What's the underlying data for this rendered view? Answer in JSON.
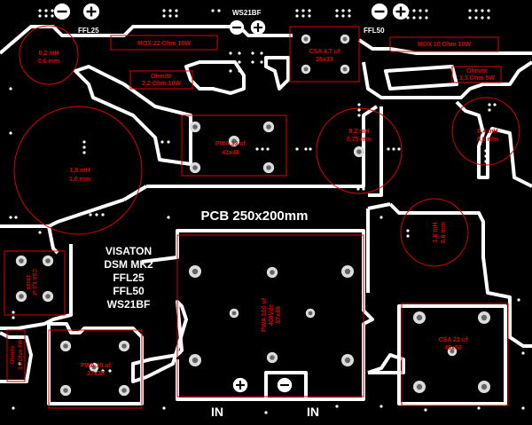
{
  "board": {
    "title": "PCB 250x200mm",
    "brand_block": [
      "VISATON",
      "DSM MK2",
      "FFL25",
      "FFL50",
      "WS21BF"
    ],
    "connector_labels": [
      "IN",
      "IN"
    ],
    "top_labels": {
      "ffl25": "FFL25",
      "ws21bf": "WS21BF",
      "ffl50": "FFL50"
    },
    "colors": {
      "background": "#000000",
      "copper_outline": "#ffffff",
      "component": "#e00000"
    }
  },
  "components": {
    "coil_top_left": {
      "l1": "0,2 mH",
      "l2": "0,6 mm"
    },
    "mox22": {
      "label": "MOX 22 Ohm 10W"
    },
    "ohmite22": {
      "l1": "Ohmite",
      "l2": "2,2 Ohm 10W"
    },
    "csa_top": {
      "l1": "CSA 4,7 uf",
      "l2": "26x33"
    },
    "mox10": {
      "label": "MOX 10 Ohm 10W"
    },
    "ohmite33_right": {
      "l1": "Ohmite",
      "l2": "3,3 Ohm 5W"
    },
    "coil_big_left": {
      "l1": "1,8 mH",
      "l2": "1,0 mm"
    },
    "pwa33": {
      "l1": "PWA 33 uf",
      "l2": "41x48"
    },
    "coil_center": {
      "l1": "8,2 mH",
      "l2": "0,75 mm"
    },
    "coil_right_top": {
      "l1": "0,4 mH",
      "l2": "0,6 mm"
    },
    "coil_right_mid": {
      "l1": "1,8 mH",
      "l2": "0,6 mm"
    },
    "csa_left": {
      "l1": "CSA 2,0 uf",
      "l2": "19x29"
    },
    "ohmite33_left": {
      "l1": "Ohmite",
      "l2": "3,3 Ohm 5W"
    },
    "pwa_small": {
      "l1": "PWA 10 uf",
      "l2": "27x36"
    },
    "pwa100": {
      "l1": "PWA 100 uf",
      "l2": "400Vdc",
      "l3": "57x45"
    },
    "csa22": {
      "l1": "CSA 22 uf",
      "l2": "45x50"
    }
  }
}
